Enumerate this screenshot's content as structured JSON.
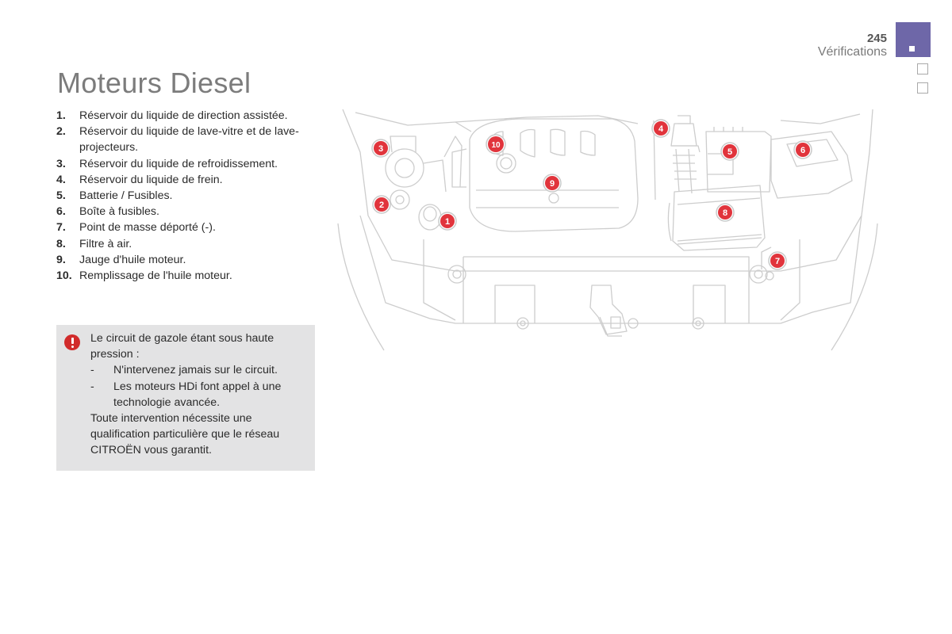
{
  "header": {
    "page_number": "245",
    "section": "Vérifications",
    "accent_color": "#6e67a8"
  },
  "title": "Moteurs Diesel",
  "parts": [
    {
      "num": "1.",
      "label": "Réservoir du liquide de direction assistée."
    },
    {
      "num": "2.",
      "label": "Réservoir du liquide de lave-vitre et de lave-projecteurs."
    },
    {
      "num": "3.",
      "label": "Réservoir du liquide de refroidissement."
    },
    {
      "num": "4.",
      "label": "Réservoir du liquide de frein."
    },
    {
      "num": "5.",
      "label": "Batterie / Fusibles."
    },
    {
      "num": "6.",
      "label": "Boîte à fusibles."
    },
    {
      "num": "7.",
      "label": "Point de masse déporté (-)."
    },
    {
      "num": "8.",
      "label": "Filtre à air."
    },
    {
      "num": "9.",
      "label": "Jauge d'huile moteur."
    },
    {
      "num": "10.",
      "label": "Remplissage de l'huile moteur."
    }
  ],
  "warning": {
    "icon": "warning-exclamation-icon",
    "color": "#d12b2b",
    "intro": "Le circuit de gazole étant sous haute pression :",
    "bullets": [
      {
        "dash": "-",
        "text": "N'intervenez jamais sur le circuit."
      },
      {
        "dash": "-",
        "text": "Les moteurs HDi font appel à une technologie avancée."
      }
    ],
    "outro": "Toute intervention nécessite une qualification particulière que le réseau CITROËN vous garantit."
  },
  "diagram": {
    "callout_color": "#e1343c",
    "callouts": [
      "1",
      "2",
      "3",
      "4",
      "5",
      "6",
      "7",
      "8",
      "9",
      "10"
    ]
  }
}
